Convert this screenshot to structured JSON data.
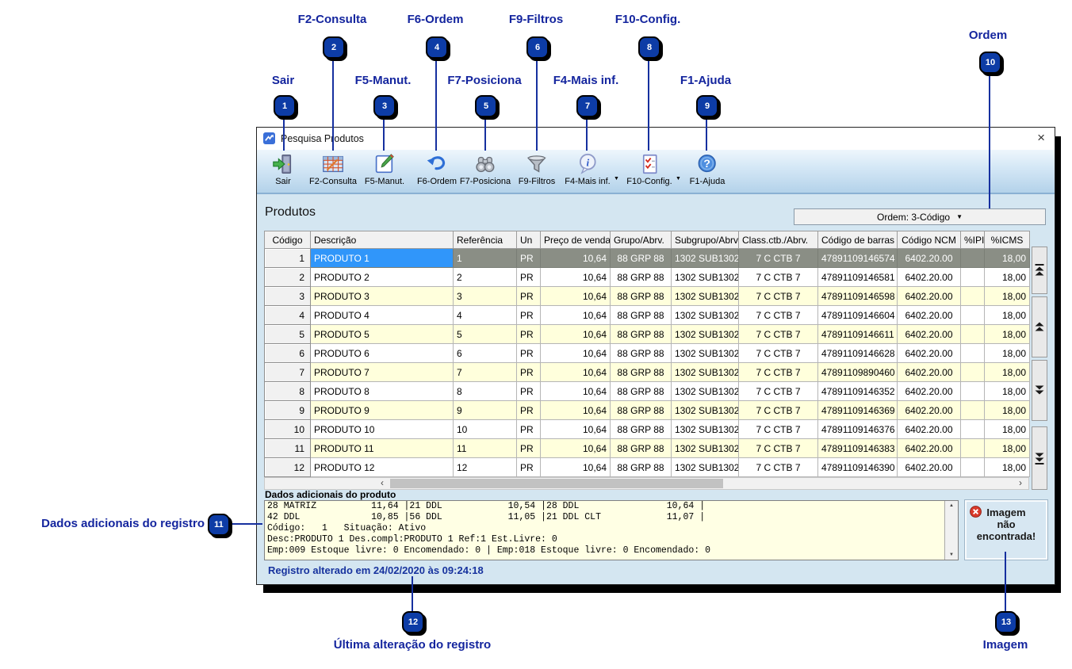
{
  "callouts": [
    {
      "number": "1",
      "label": "Sair"
    },
    {
      "number": "2",
      "label": "F2-Consulta"
    },
    {
      "number": "3",
      "label": "F5-Manut."
    },
    {
      "number": "4",
      "label": "F6-Ordem"
    },
    {
      "number": "5",
      "label": "F7-Posiciona"
    },
    {
      "number": "6",
      "label": "F9-Filtros"
    },
    {
      "number": "7",
      "label": "F4-Mais inf."
    },
    {
      "number": "8",
      "label": "F10-Config."
    },
    {
      "number": "9",
      "label": "F1-Ajuda"
    },
    {
      "number": "10",
      "label": "Ordem"
    },
    {
      "number": "11",
      "label": "Dados adicionais do registro"
    },
    {
      "number": "12",
      "label": "Última alteração do registro"
    },
    {
      "number": "13",
      "label": "Imagem"
    }
  ],
  "window": {
    "title": "Pesquisa Produtos",
    "close_glyph": "×"
  },
  "toolbar": {
    "items": [
      "Sair",
      "F2-Consulta",
      "F5-Manut.",
      "F6-Ordem",
      "F7-Posiciona",
      "F9-Filtros",
      "F4-Mais inf.",
      "F10-Config.",
      "F1-Ajuda"
    ],
    "dropdown_glyph": "▼"
  },
  "panel": {
    "heading": "Produtos",
    "order_value": "Ordem: 3-Código",
    "order_arrow": "▼"
  },
  "icons": {
    "hscroll_left": "‹",
    "hscroll_right": "›",
    "vscroll_up": "▲",
    "vscroll_down": "▼"
  },
  "table": {
    "columns": [
      "Código",
      "Descrição",
      "Referência",
      "Un",
      "Preço de venda",
      "Grupo/Abrv.",
      "Subgrupo/Abrv.",
      "Class.ctb./Abrv.",
      "Código de barras",
      "Código NCM",
      "%IPI",
      "%ICMS"
    ],
    "rows": [
      [
        "1",
        "PRODUTO 1",
        "1",
        "PR",
        "10,64",
        "88 GRP 88",
        "1302 SUB1302",
        "7 C CTB 7",
        "47891109146574",
        "6402.20.00",
        "",
        "18,00"
      ],
      [
        "2",
        "PRODUTO 2",
        "2",
        "PR",
        "10,64",
        "88 GRP 88",
        "1302 SUB1302",
        "7 C CTB 7",
        "47891109146581",
        "6402.20.00",
        "",
        "18,00"
      ],
      [
        "3",
        "PRODUTO 3",
        "3",
        "PR",
        "10,64",
        "88 GRP 88",
        "1302 SUB1302",
        "7 C CTB 7",
        "47891109146598",
        "6402.20.00",
        "",
        "18,00"
      ],
      [
        "4",
        "PRODUTO 4",
        "4",
        "PR",
        "10,64",
        "88 GRP 88",
        "1302 SUB1302",
        "7 C CTB 7",
        "47891109146604",
        "6402.20.00",
        "",
        "18,00"
      ],
      [
        "5",
        "PRODUTO 5",
        "5",
        "PR",
        "10,64",
        "88 GRP 88",
        "1302 SUB1302",
        "7 C CTB 7",
        "47891109146611",
        "6402.20.00",
        "",
        "18,00"
      ],
      [
        "6",
        "PRODUTO 6",
        "6",
        "PR",
        "10,64",
        "88 GRP 88",
        "1302 SUB1302",
        "7 C CTB 7",
        "47891109146628",
        "6402.20.00",
        "",
        "18,00"
      ],
      [
        "7",
        "PRODUTO 7",
        "7",
        "PR",
        "10,64",
        "88 GRP 88",
        "1302 SUB1302",
        "7 C CTB 7",
        "47891109890460",
        "6402.20.00",
        "",
        "18,00"
      ],
      [
        "8",
        "PRODUTO 8",
        "8",
        "PR",
        "10,64",
        "88 GRP 88",
        "1302 SUB1302",
        "7 C CTB 7",
        "47891109146352",
        "6402.20.00",
        "",
        "18,00"
      ],
      [
        "9",
        "PRODUTO 9",
        "9",
        "PR",
        "10,64",
        "88 GRP 88",
        "1302 SUB1302",
        "7 C CTB 7",
        "47891109146369",
        "6402.20.00",
        "",
        "18,00"
      ],
      [
        "10",
        "PRODUTO 10",
        "10",
        "PR",
        "10,64",
        "88 GRP 88",
        "1302 SUB1302",
        "7 C CTB 7",
        "47891109146376",
        "6402.20.00",
        "",
        "18,00"
      ],
      [
        "11",
        "PRODUTO 11",
        "11",
        "PR",
        "10,64",
        "88 GRP 88",
        "1302 SUB1302",
        "7 C CTB 7",
        "47891109146383",
        "6402.20.00",
        "",
        "18,00"
      ],
      [
        "12",
        "PRODUTO 12",
        "12",
        "PR",
        "10,64",
        "88 GRP 88",
        "1302 SUB1302",
        "7 C CTB 7",
        "47891109146390",
        "6402.20.00",
        "",
        "18,00"
      ]
    ]
  },
  "additional": {
    "title": "Dados adicionais do produto",
    "lines": [
      "28 MATRIZ          11,64 |21 DDL            10,54 |28 DDL                10,64 |",
      "42 DDL             10,85 |56 DDL            11,05 |21 DDL CLT            11,07 |",
      "Código:   1   Situação: Ativo",
      "Desc:PRODUTO 1 Des.compl:PRODUTO 1 Ref:1 Est.Livre: 0",
      "Emp:009 Estoque livre: 0 Encomendado: 0 | Emp:018 Estoque livre: 0 Encomendado: 0"
    ]
  },
  "image_box": {
    "line1": "Imagem",
    "line2": "não",
    "line3": "encontrada!"
  },
  "status": "Registro alterado em 24/02/2020 às 09:24:18",
  "colors": {
    "accent_blue": "#14259e",
    "badge_blue": "#0d3ca6",
    "row_alt": "#ffffdc",
    "selected_gray": "#8a8e85",
    "selected_blue": "#3096fa"
  }
}
